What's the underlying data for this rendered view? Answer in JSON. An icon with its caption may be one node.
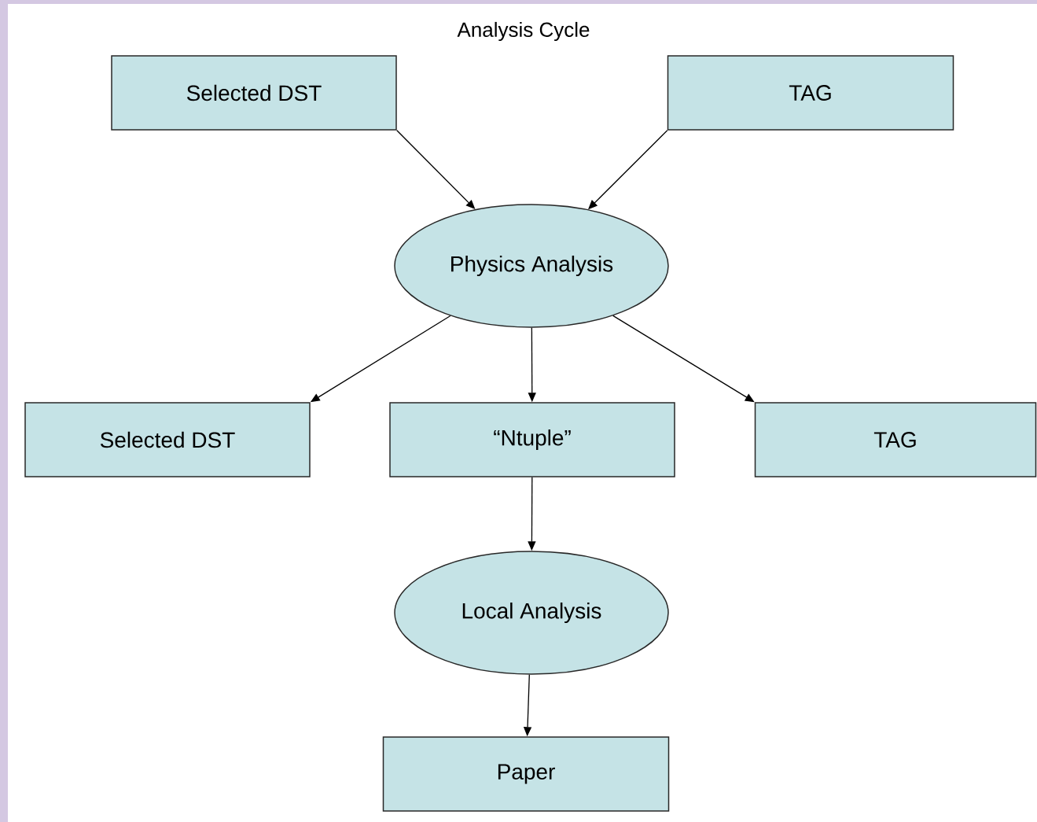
{
  "diagram": {
    "title": "Analysis Cycle",
    "nodes": [
      {
        "text": [
          "Selected DST"
        ]
      },
      {
        "text": [
          "TAG"
        ]
      },
      {
        "text": [
          "Physics Analysis"
        ]
      },
      {
        "text": [
          "Selected DST"
        ]
      },
      {
        "text": [
          "“Ntuple”"
        ]
      },
      {
        "text": [
          "TAG"
        ]
      },
      {
        "text": [
          "Local Analysis"
        ]
      },
      {
        "text": [
          "Paper"
        ]
      }
    ],
    "edges": [
      {
        "from": 0,
        "to": 2,
        "arrow": "to"
      },
      {
        "from": 1,
        "to": 2,
        "arrow": "to"
      },
      {
        "from": 2,
        "to": 3,
        "arrow": "to"
      },
      {
        "from": 2,
        "to": 4,
        "arrow": "to"
      },
      {
        "from": 2,
        "to": 5,
        "arrow": "to"
      },
      {
        "from": 4,
        "to": 6,
        "arrow": "to"
      },
      {
        "from": 6,
        "to": 7,
        "arrow": "to"
      }
    ]
  }
}
